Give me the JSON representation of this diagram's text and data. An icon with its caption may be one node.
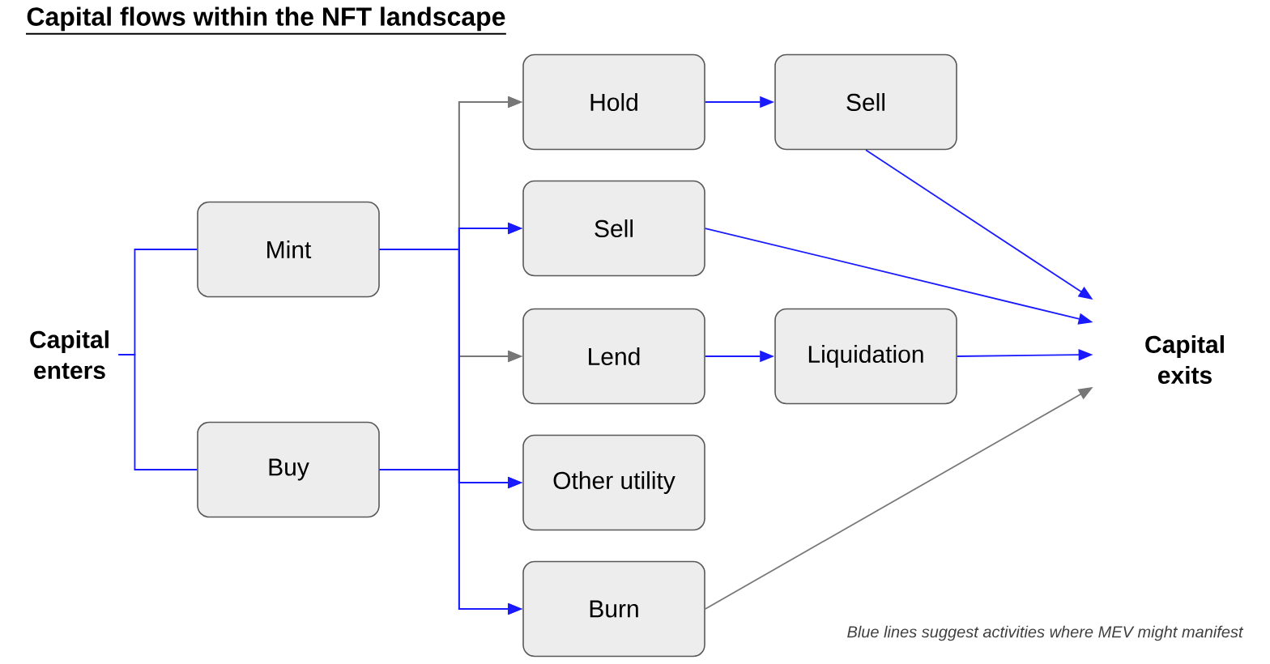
{
  "diagram": {
    "title": "Capital flows within the NFT landscape",
    "caption": "Blue lines suggest activities where MEV might manifest",
    "nodes": [
      {
        "text": [
          "Capital enters"
        ]
      },
      {
        "text": [
          "Mint"
        ]
      },
      {
        "text": [
          "Buy"
        ]
      },
      {
        "text": [
          "Hold"
        ]
      },
      {
        "text": [
          "Sell"
        ]
      },
      {
        "text": [
          "Lend"
        ]
      },
      {
        "text": [
          "Other utility"
        ]
      },
      {
        "text": [
          "Burn"
        ]
      },
      {
        "text": [
          "Sell"
        ]
      },
      {
        "text": [
          "Liquidation"
        ]
      },
      {
        "text": [
          "Capital exits"
        ]
      }
    ],
    "edges": [
      {
        "from": 0,
        "to": 1,
        "arrow": "none"
      },
      {
        "from": 0,
        "to": 2,
        "arrow": "none"
      },
      {
        "from": 1,
        "to": 3,
        "arrow": "to",
        "color": "#777777"
      },
      {
        "from": 2,
        "to": 3,
        "arrow": "to",
        "color": "#777777"
      },
      {
        "from": 1,
        "to": 5,
        "arrow": "to",
        "color": "#777777"
      },
      {
        "from": 2,
        "to": 5,
        "arrow": "to",
        "color": "#777777"
      },
      {
        "from": 1,
        "to": 4,
        "arrow": "to"
      },
      {
        "from": 2,
        "to": 4,
        "arrow": "to"
      },
      {
        "from": 1,
        "to": 6,
        "arrow": "to"
      },
      {
        "from": 2,
        "to": 6,
        "arrow": "to"
      },
      {
        "from": 1,
        "to": 7,
        "arrow": "to"
      },
      {
        "from": 2,
        "to": 7,
        "arrow": "to"
      },
      {
        "from": 3,
        "to": 8,
        "arrow": "to"
      },
      {
        "from": 5,
        "to": 9,
        "arrow": "to"
      },
      {
        "from": 8,
        "to": 10,
        "arrow": "to"
      },
      {
        "from": 4,
        "to": 10,
        "arrow": "to"
      },
      {
        "from": 9,
        "to": 10,
        "arrow": "to"
      },
      {
        "from": 7,
        "to": 10,
        "arrow": "to",
        "color": "#777777"
      }
    ]
  }
}
